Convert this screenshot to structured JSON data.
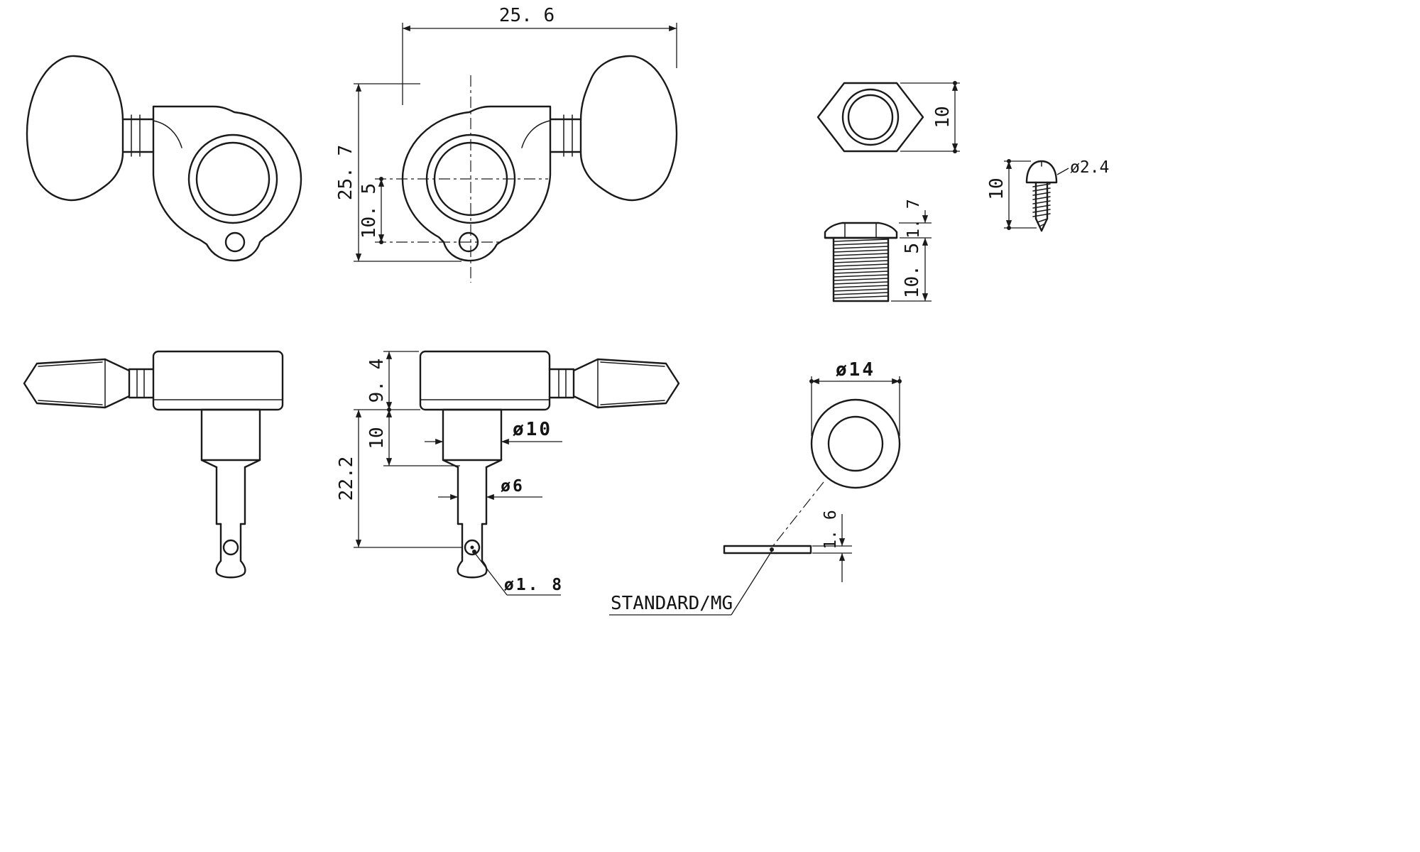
{
  "colors": {
    "background": "#ffffff",
    "ink": "#1a1a1a"
  },
  "labels": {
    "top_view": {
      "overall_width": "25. 6",
      "overall_height": "25. 7",
      "center_to_hole": "10. 5"
    },
    "nut": {
      "across_flats": "10"
    },
    "screw": {
      "head_diameter": "ø2.4",
      "length": "10"
    },
    "bushing": {
      "flange_height": "1. 7",
      "thread_length": "10. 5"
    },
    "front_view": {
      "button_height": "9. 4",
      "housing_height": "10",
      "overall_height": "22.2",
      "post_diameter": "ø10",
      "shaft_diameter": "ø6",
      "string_hole_diameter": "ø1. 8"
    },
    "washer": {
      "outer_diameter": "ø14",
      "thickness": "1. 6",
      "type_label": "STANDARD/MG"
    }
  }
}
